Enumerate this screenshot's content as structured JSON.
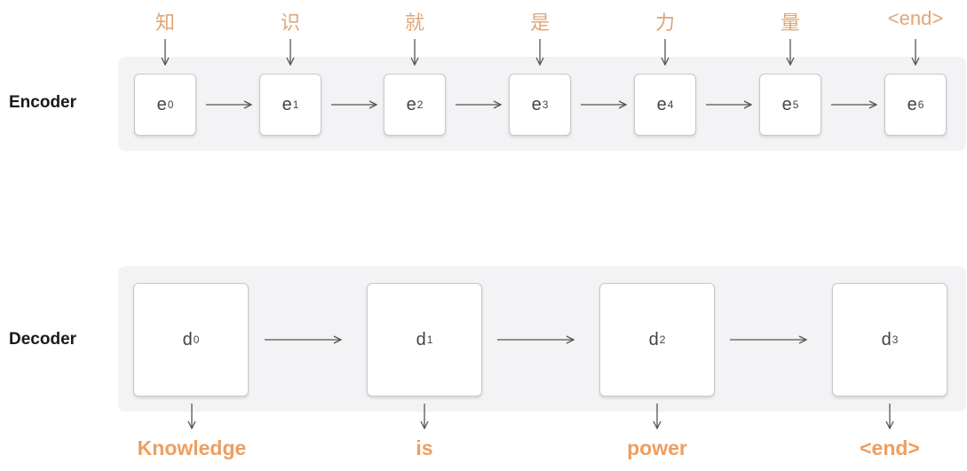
{
  "encoder": {
    "label": "Encoder",
    "inputs": [
      "知",
      "识",
      "就",
      "是",
      "力",
      "量",
      "<end>"
    ],
    "nodes": [
      {
        "base": "e",
        "sub": "0"
      },
      {
        "base": "e",
        "sub": "1"
      },
      {
        "base": "e",
        "sub": "2"
      },
      {
        "base": "e",
        "sub": "3"
      },
      {
        "base": "e",
        "sub": "4"
      },
      {
        "base": "e",
        "sub": "5"
      },
      {
        "base": "e",
        "sub": "6"
      }
    ]
  },
  "decoder": {
    "label": "Decoder",
    "nodes": [
      {
        "base": "d",
        "sub": "0"
      },
      {
        "base": "d",
        "sub": "1"
      },
      {
        "base": "d",
        "sub": "2"
      },
      {
        "base": "d",
        "sub": "3"
      }
    ],
    "outputs": [
      "Knowledge",
      "is",
      "power",
      "<end>"
    ]
  },
  "colors": {
    "input_token": "#e0a676",
    "output_token": "#ee9e5f",
    "panel": "#f3f3f5",
    "arrow": "#555555"
  }
}
